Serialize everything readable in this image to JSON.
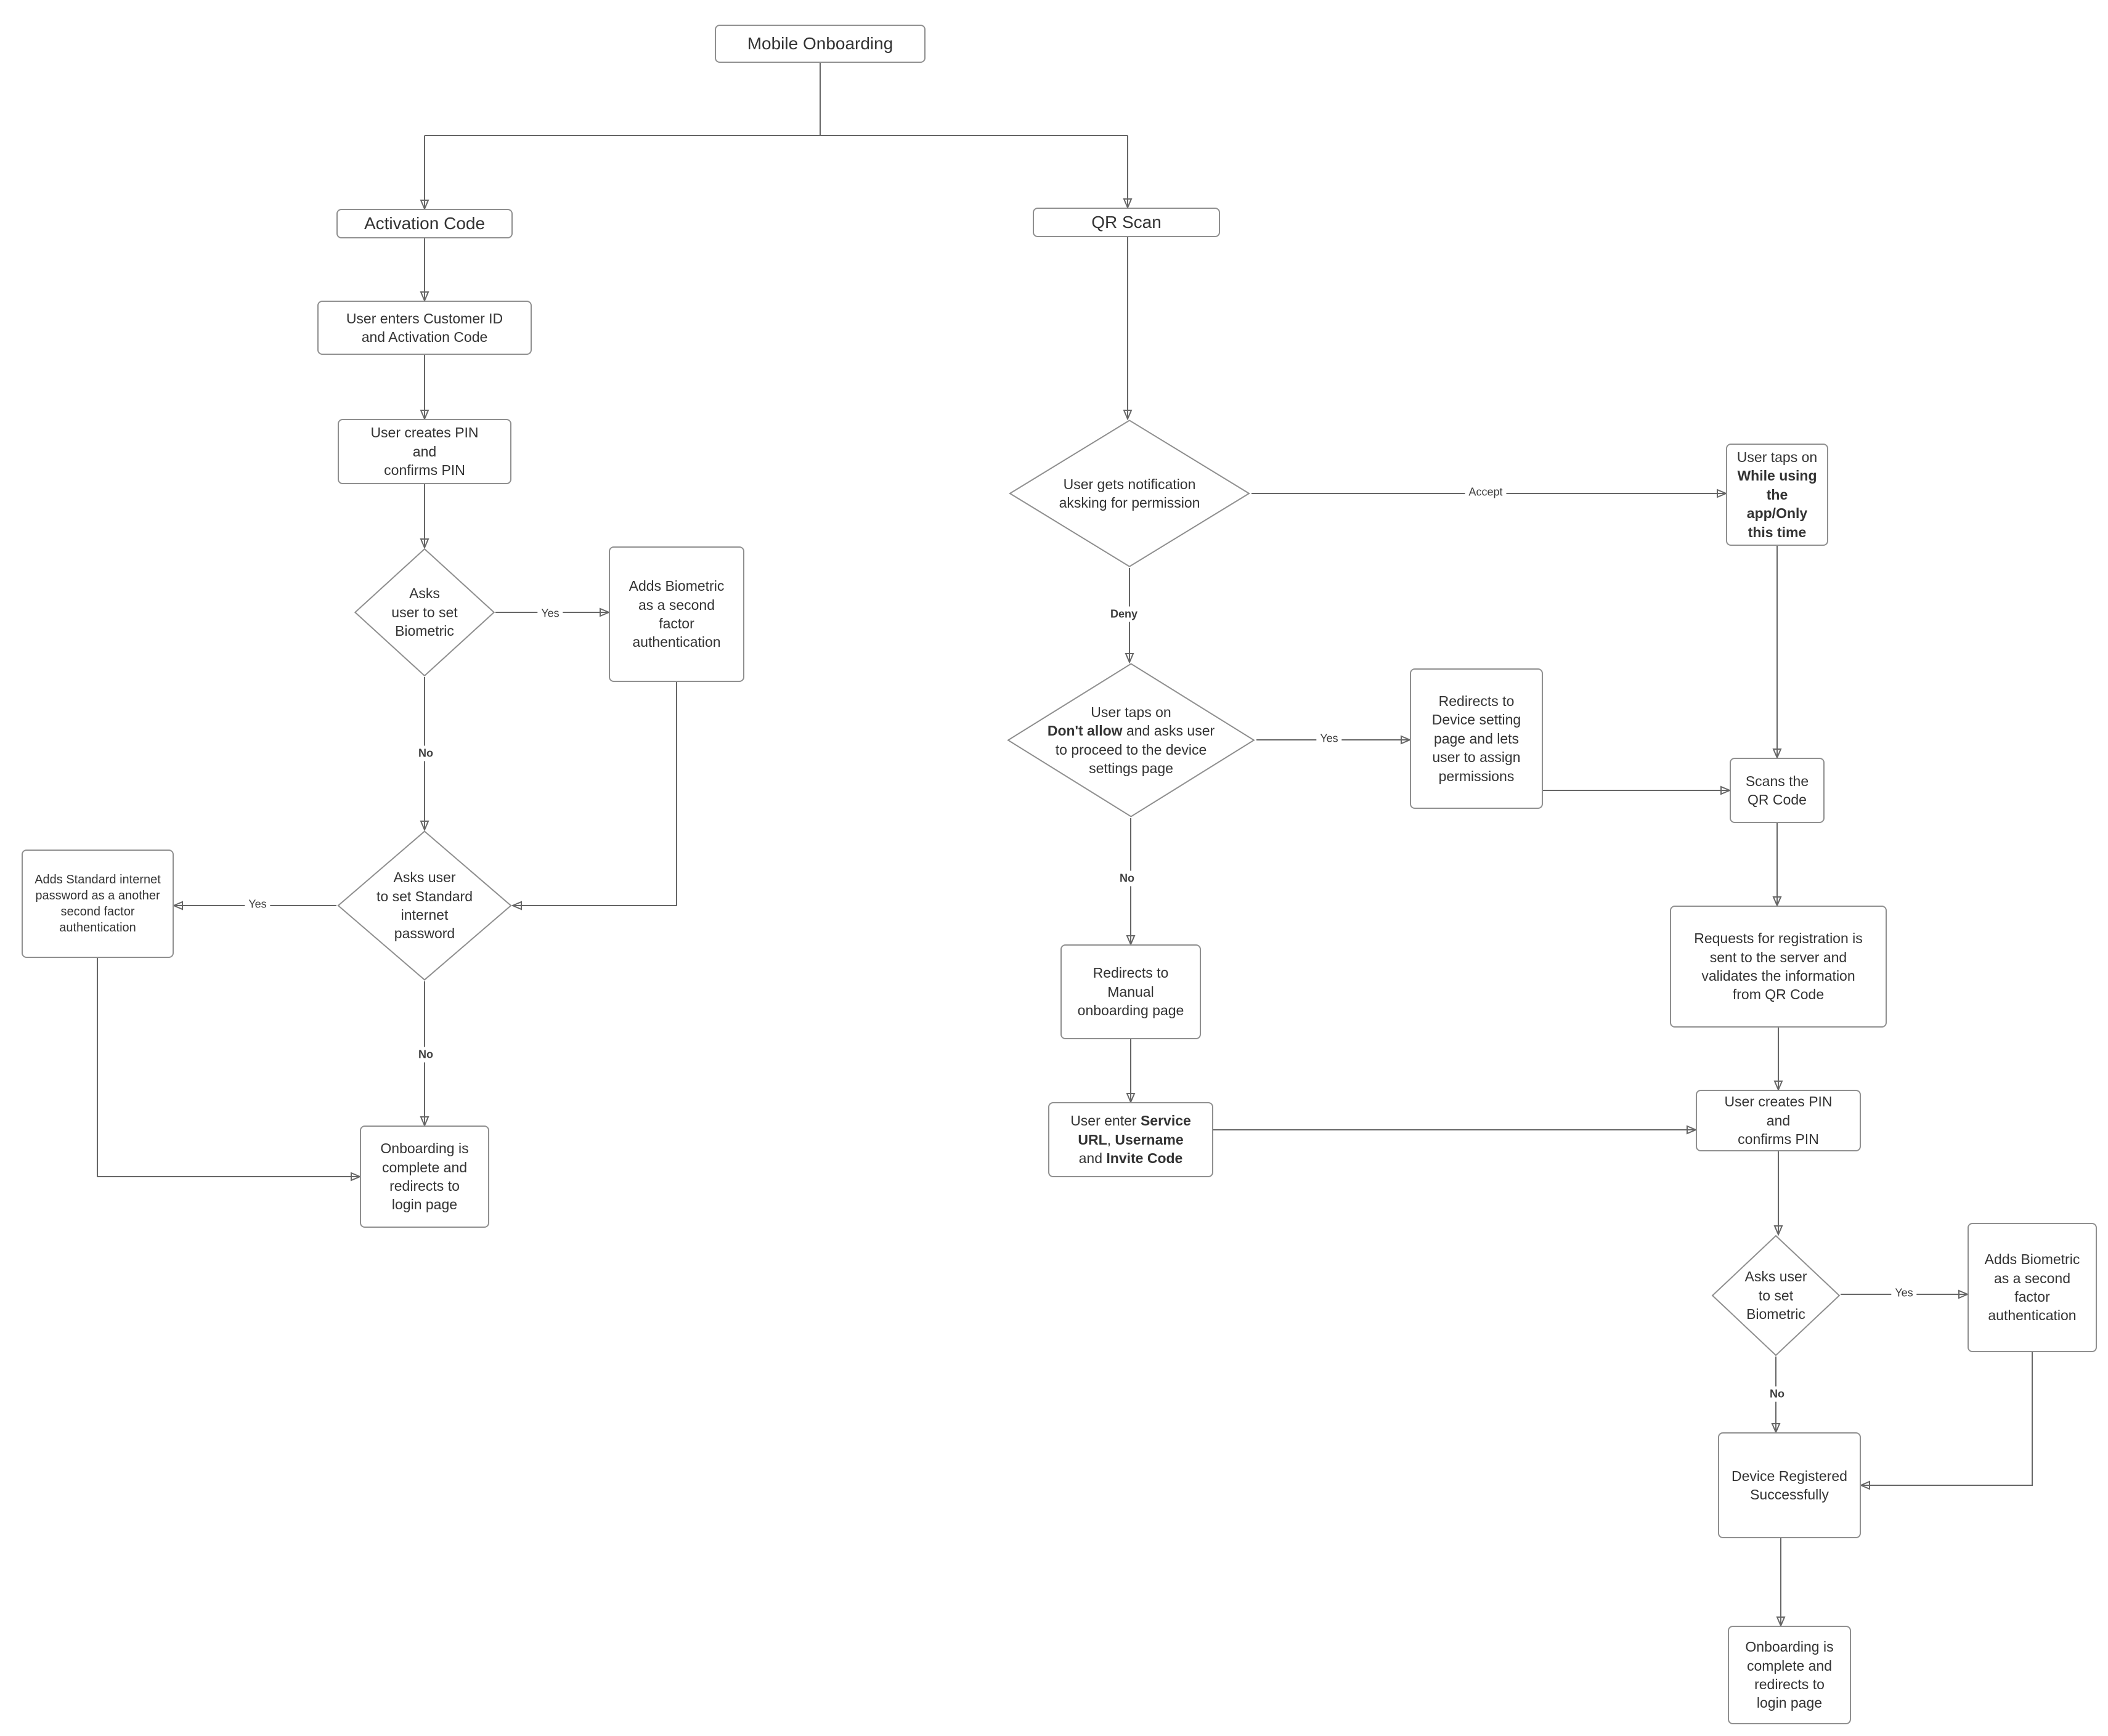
{
  "diagram": {
    "colors": {
      "background": "#ffffff",
      "node_border": "#8f8f8f",
      "connector": "#666666",
      "text": "#333333"
    },
    "nodes": {
      "root": {
        "label": "Mobile Onboarding"
      },
      "activation_code": {
        "label": "Activation Code"
      },
      "enter_customer_id": {
        "label": "User enters Customer ID\nand Activation Code"
      },
      "create_pin_left": {
        "label": "User creates PIN\nand\nconfirms PIN"
      },
      "ask_biometric_left": {
        "label": "Asks\nuser to set\nBiometric"
      },
      "adds_biometric_left": {
        "label": "Adds Biometric\nas a second\nfactor\nauthentication"
      },
      "ask_standard_password": {
        "label": "Asks user\nto set Standard\ninternet\npassword"
      },
      "adds_standard_password": {
        "label": "Adds Standard internet\npassword as a another\nsecond factor\nauthentication"
      },
      "onboarding_complete_left": {
        "label": "Onboarding is\ncomplete and\nredirects to\nlogin page"
      },
      "qr_scan": {
        "label": "QR Scan"
      },
      "notification_permission": {
        "label": "User gets notification\naksking for permission"
      },
      "taps_while_using": {
        "segments": [
          {
            "text": "User taps on\n",
            "bold": false
          },
          {
            "text": "While using\nthe\napp/Only\nthis time",
            "bold": true
          }
        ]
      },
      "taps_dont_allow": {
        "segments": [
          {
            "text": "User taps on\n",
            "bold": false
          },
          {
            "text": "Don't allow",
            "bold": true
          },
          {
            "text": " and asks user\nto proceed to the device\nsettings page",
            "bold": false
          }
        ]
      },
      "redirects_device_settings": {
        "label": "Redirects to\nDevice setting\npage and lets\nuser to assign\npermissions"
      },
      "scans_qr": {
        "label": "Scans the\nQR Code"
      },
      "redirects_manual": {
        "label": "Redirects to\nManual\nonboarding page"
      },
      "enter_service_url": {
        "segments": [
          {
            "text": "User enter ",
            "bold": false
          },
          {
            "text": "Service\nURL",
            "bold": true
          },
          {
            "text": ", ",
            "bold": false
          },
          {
            "text": "Username",
            "bold": true
          },
          {
            "text": "\nand ",
            "bold": false
          },
          {
            "text": "Invite Code",
            "bold": true
          }
        ]
      },
      "requests_registration": {
        "label": "Requests for registration is\nsent to the server and\nvalidates the information\nfrom QR Code"
      },
      "create_pin_right": {
        "label": "User creates PIN\nand\nconfirms PIN"
      },
      "ask_biometric_right": {
        "label": "Asks user\nto set\nBiometric"
      },
      "adds_biometric_right": {
        "label": "Adds Biometric\nas a second\nfactor\nauthentication"
      },
      "device_registered": {
        "label": "Device Registered\nSuccessfully"
      },
      "onboarding_complete_right": {
        "label": "Onboarding is\ncomplete and\nredirects to\nlogin page"
      }
    },
    "edge_labels": {
      "biometric_left_yes": "Yes",
      "biometric_left_no": "No",
      "standard_password_yes": "Yes",
      "standard_password_no": "No",
      "notification_accept": "Accept",
      "notification_deny": "Deny",
      "dont_allow_yes": "Yes",
      "dont_allow_no": "No",
      "biometric_right_yes": "Yes",
      "biometric_right_no": "No"
    }
  }
}
